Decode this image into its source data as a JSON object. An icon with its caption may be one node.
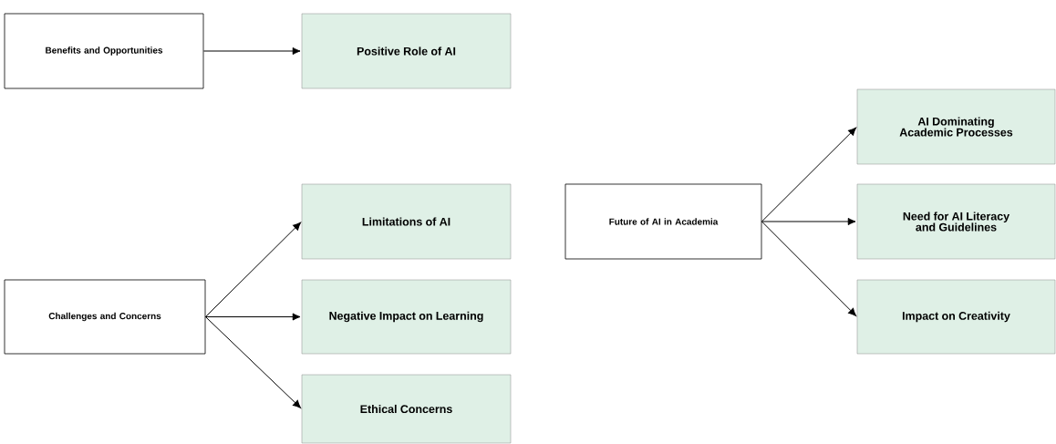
{
  "diagram": {
    "nodes": [
      {
        "text": [
          "Benefits and Opportunities"
        ]
      },
      {
        "text": [
          "Positive Role of AI"
        ]
      },
      {
        "text": [
          "Challenges and Concerns"
        ]
      },
      {
        "text": [
          "Limitations of AI"
        ]
      },
      {
        "text": [
          "Negative Impact on Learning"
        ]
      },
      {
        "text": [
          "Ethical Concerns"
        ]
      },
      {
        "text": [
          "Future of AI in Academia"
        ]
      },
      {
        "text": [
          "AI Dominating Academic Processes"
        ]
      },
      {
        "text": [
          "Need for AI Literacy and Guidelines"
        ]
      },
      {
        "text": [
          "Impact on Creativity"
        ]
      }
    ],
    "edges": [
      {
        "from": 0,
        "to": 1,
        "arrow": "to"
      },
      {
        "from": 2,
        "to": 3,
        "arrow": "to"
      },
      {
        "from": 2,
        "to": 4,
        "arrow": "to"
      },
      {
        "from": 2,
        "to": 5,
        "arrow": "to"
      },
      {
        "from": 6,
        "to": 7,
        "arrow": "to"
      },
      {
        "from": 6,
        "to": 8,
        "arrow": "to"
      },
      {
        "from": 6,
        "to": 9,
        "arrow": "to"
      }
    ]
  }
}
